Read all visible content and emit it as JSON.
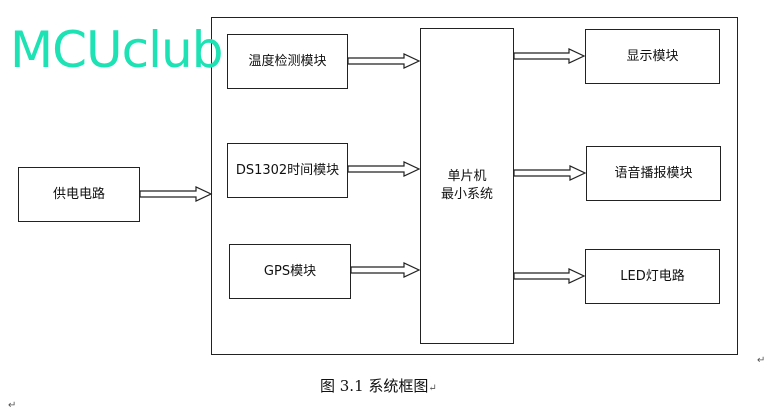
{
  "watermark": "MCUclub",
  "blocks": {
    "power": "供电电路",
    "temp": "温度检测模块",
    "ds1302": "DS1302时间模块",
    "gps": "GPS模块",
    "mcu_line1": "单片机",
    "mcu_line2": "最小系统",
    "display": "显示模块",
    "voice": "语音播报模块",
    "led": "LED灯电路"
  },
  "caption": "图 3.1 系统框图",
  "marks": {
    "paragraph": "↵"
  }
}
